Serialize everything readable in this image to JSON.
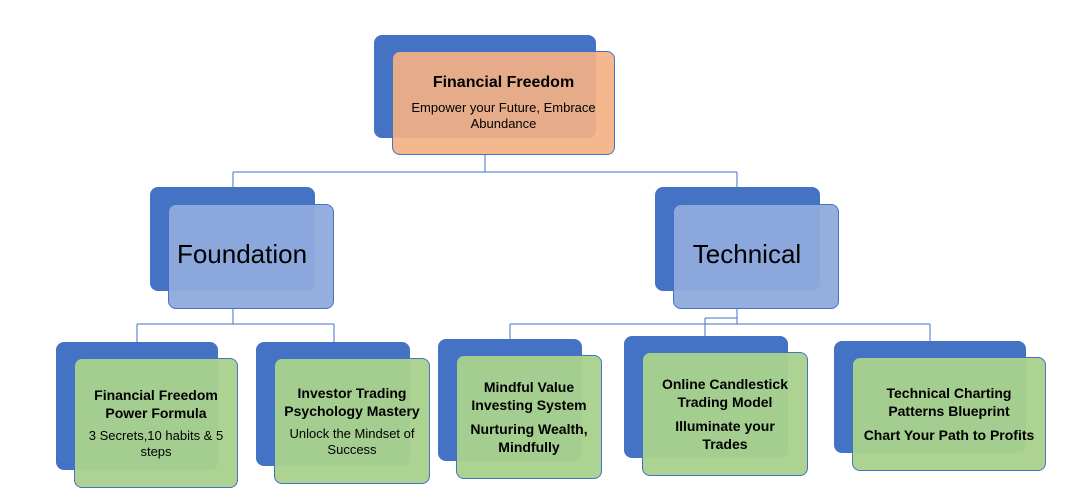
{
  "root": {
    "title": "Financial Freedom",
    "subtitle": "Empower your Future, Embrace Abundance"
  },
  "categories": [
    {
      "label": "Foundation"
    },
    {
      "label": "Technical"
    }
  ],
  "leaves": [
    {
      "title": "Financial Freedom Power Formula",
      "subtitle": "3 Secrets,10 habits & 5 steps"
    },
    {
      "title": "Investor Trading Psychology Mastery",
      "subtitle": "Unlock the Mindset of Success"
    },
    {
      "title": "Mindful Value Investing System",
      "subtitle": "Nurturing Wealth, Mindfully"
    },
    {
      "title": "Online Candlestick Trading Model",
      "subtitle": "Illuminate your Trades"
    },
    {
      "title": "Technical Charting Patterns Blueprint",
      "subtitle": "Chart Your Path to Profits"
    }
  ],
  "colors": {
    "back": "#4472c4",
    "root_fill": "#f4b183",
    "category_fill": "#8faadc",
    "leaf_fill": "#a9d18e",
    "connector": "#4472c4"
  }
}
